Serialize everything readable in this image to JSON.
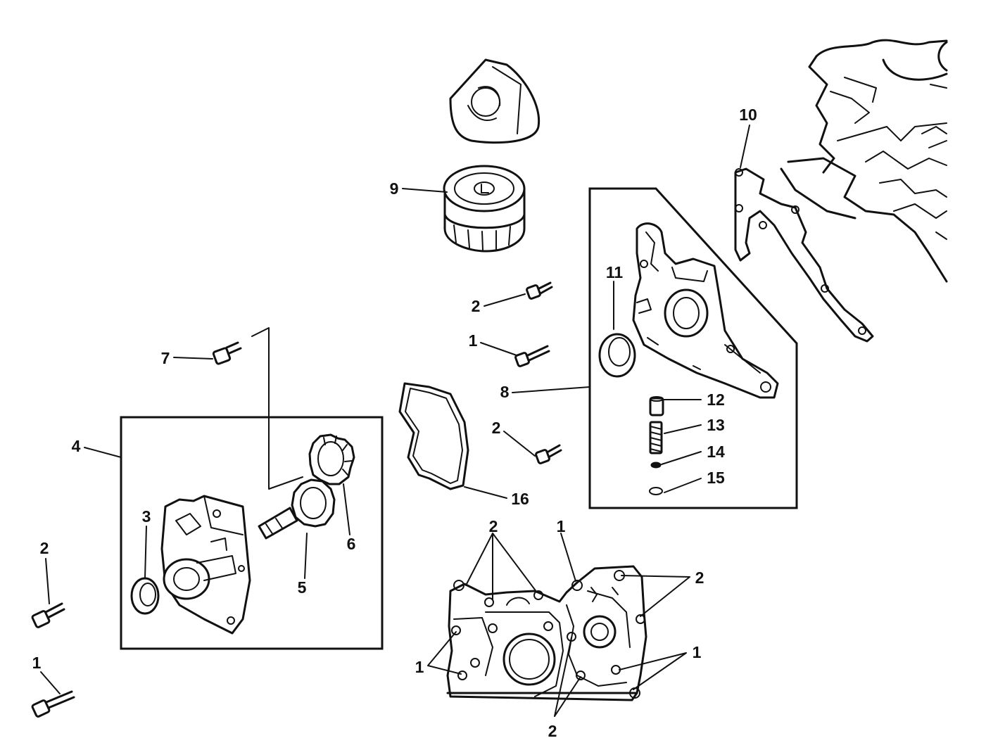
{
  "callouts": {
    "c1a": "1",
    "c1b": "1",
    "c1c": "1",
    "c1d": "1",
    "c1e": "1",
    "c2a": "2",
    "c2b": "2",
    "c2c": "2",
    "c2d": "2",
    "c2e": "2",
    "c2f": "2",
    "c3": "3",
    "c4": "4",
    "c5": "5",
    "c6": "6",
    "c7": "7",
    "c8": "8",
    "c9": "9",
    "c10": "10",
    "c11": "11",
    "c12": "12",
    "c13": "13",
    "c14": "14",
    "c15": "15",
    "c16": "16"
  }
}
